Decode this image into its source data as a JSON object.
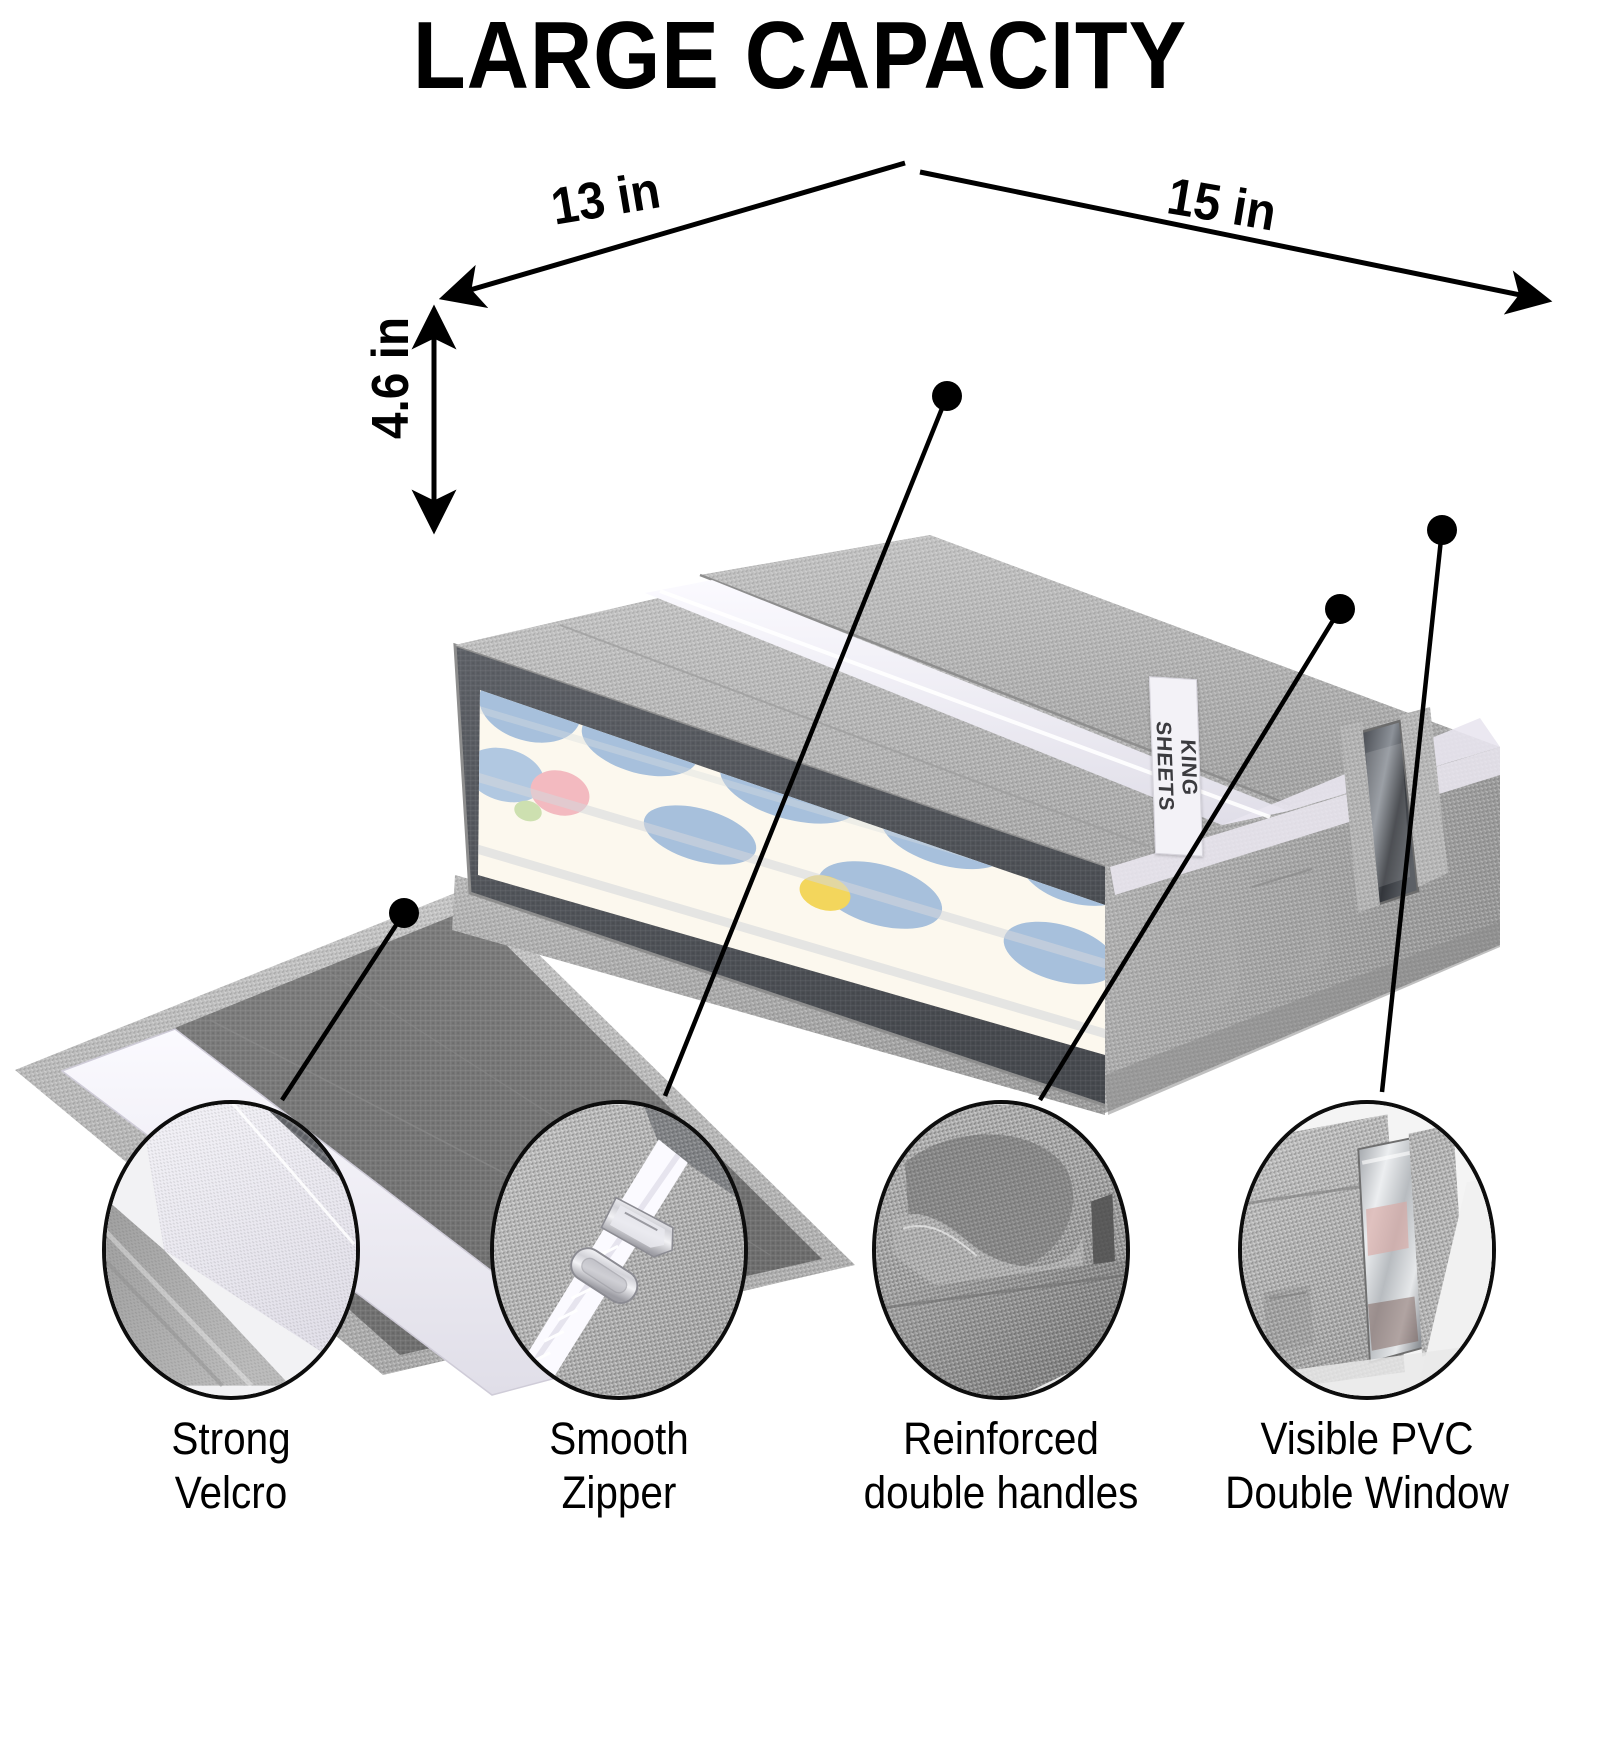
{
  "headline": "LARGE CAPACITY",
  "dimensions": {
    "depth": "13 in",
    "width": "15 in",
    "height": "4.6 in"
  },
  "product": {
    "label_tag": {
      "line1": "KING",
      "line2": "SHEETS"
    }
  },
  "features": [
    {
      "id": "velcro",
      "line1": "Strong",
      "line2": "Velcro",
      "icon": "velcro-strip-icon"
    },
    {
      "id": "zipper",
      "line1": "Smooth",
      "line2": "Zipper",
      "icon": "zipper-pull-icon"
    },
    {
      "id": "handles",
      "line1": "Reinforced",
      "line2": "double handles",
      "icon": "handle-loop-icon"
    },
    {
      "id": "window",
      "line1": "Visible PVC",
      "line2": "Double Window",
      "icon": "pvc-window-icon"
    }
  ],
  "colors": {
    "background": "#ffffff",
    "text": "#000000",
    "fabric_gray": "#b1b1b1",
    "fabric_light": "#bdbdbd",
    "fabric_dark": "#9b9b9b",
    "mesh_dark": "#6e7075",
    "velcro_white": "#ece9f2",
    "metal_silver": "#d8d8dc",
    "blanket_blue": "#9db9d8",
    "blanket_cream": "#fdfbf0",
    "blanket_pink": "#f2b3b9",
    "blanket_yellow": "#f2d24a"
  }
}
